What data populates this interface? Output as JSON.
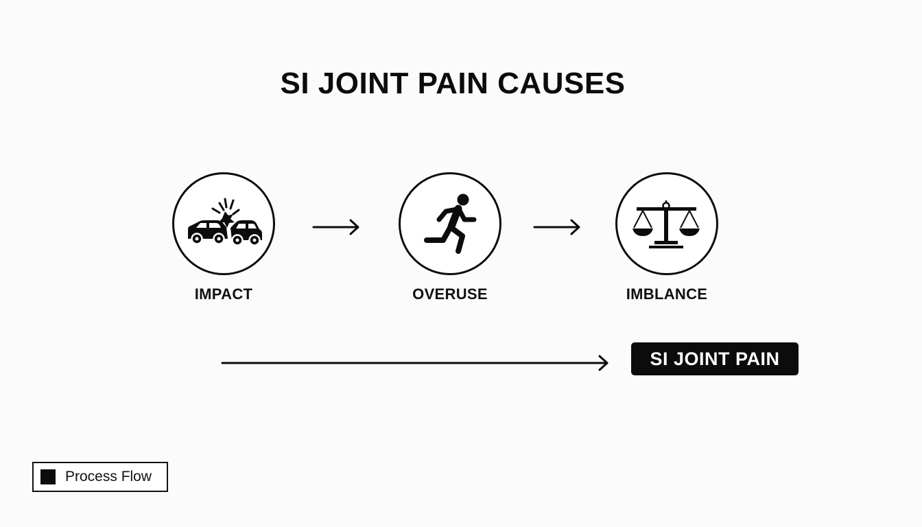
{
  "title": "SI JOINT PAIN CAUSES",
  "nodes": [
    {
      "label": "IMPACT",
      "icon": "car-crash-icon"
    },
    {
      "label": "OVERUSE",
      "icon": "running-person-icon"
    },
    {
      "label": "IMBLANCE",
      "icon": "balance-scale-icon"
    }
  ],
  "result": {
    "label": "SI JOINT PAIN"
  },
  "legend": {
    "label": "Process Flow"
  },
  "colors": {
    "primary": "#0c0c0c",
    "background": "#fbfbfb"
  }
}
